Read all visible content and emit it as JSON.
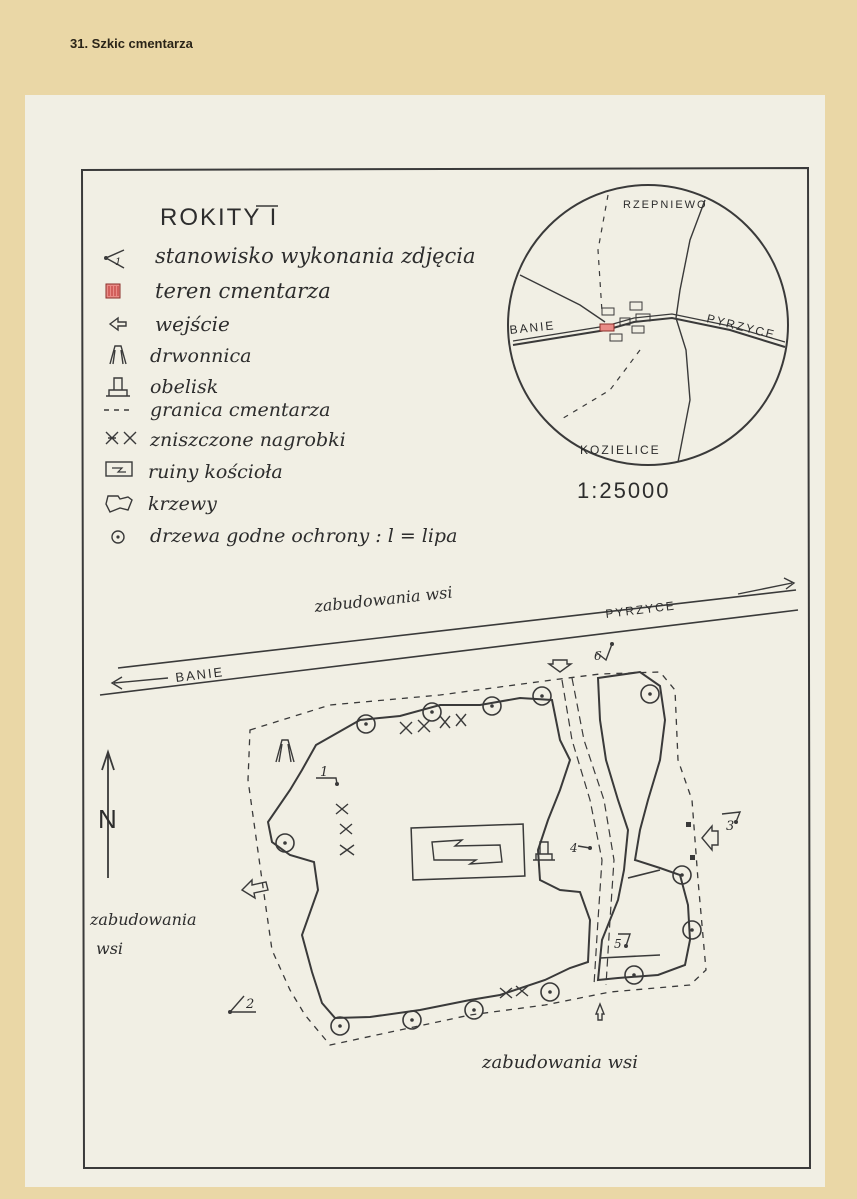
{
  "heading": "31. Szkic cmentarza",
  "title": "ROKITY I",
  "legend": [
    {
      "symbol": "camera-angle-icon",
      "label": "stanowisko wykonania zdjęcia"
    },
    {
      "symbol": "cemetery-area-icon",
      "label": "teren cmentarza"
    },
    {
      "symbol": "entrance-arrow-icon",
      "label": "wejście"
    },
    {
      "symbol": "chapel-icon",
      "label": "drwonnica"
    },
    {
      "symbol": "obelisk-icon",
      "label": "obelisk"
    },
    {
      "symbol": "dashed-line-icon",
      "label": "granica cmentarza"
    },
    {
      "symbol": "destroyed-graves-icon",
      "label": "zniszczone nagrobki"
    },
    {
      "symbol": "church-ruins-icon",
      "label": "ruiny kościoła"
    },
    {
      "symbol": "shrubs-icon",
      "label": "krzewy"
    },
    {
      "symbol": "tree-circle-icon",
      "label": "drzewa godne ochrony : l = lipa"
    }
  ],
  "inset": {
    "north_village": "RZEPNIEWO",
    "west_village": "BANIE",
    "east_village": "PYRZYCE",
    "south_village": "KOZIELICE",
    "scale": "1:25000"
  },
  "plan": {
    "top_settlement": "zabudowania wsi",
    "road_east": "PYRZYCE",
    "road_west": "BANIE",
    "west_settlement_line1": "zabudowania",
    "west_settlement_line2": "wsi",
    "south_settlement": "zabudowania wsi",
    "north_letter": "N",
    "photo_points": [
      "1",
      "2",
      "3",
      "4",
      "5",
      "6"
    ]
  },
  "colors": {
    "paper": "#ead7a6",
    "sheet": "#f1efe4",
    "ink": "#3a3a3a",
    "cemetery_red": "#d9534f"
  }
}
